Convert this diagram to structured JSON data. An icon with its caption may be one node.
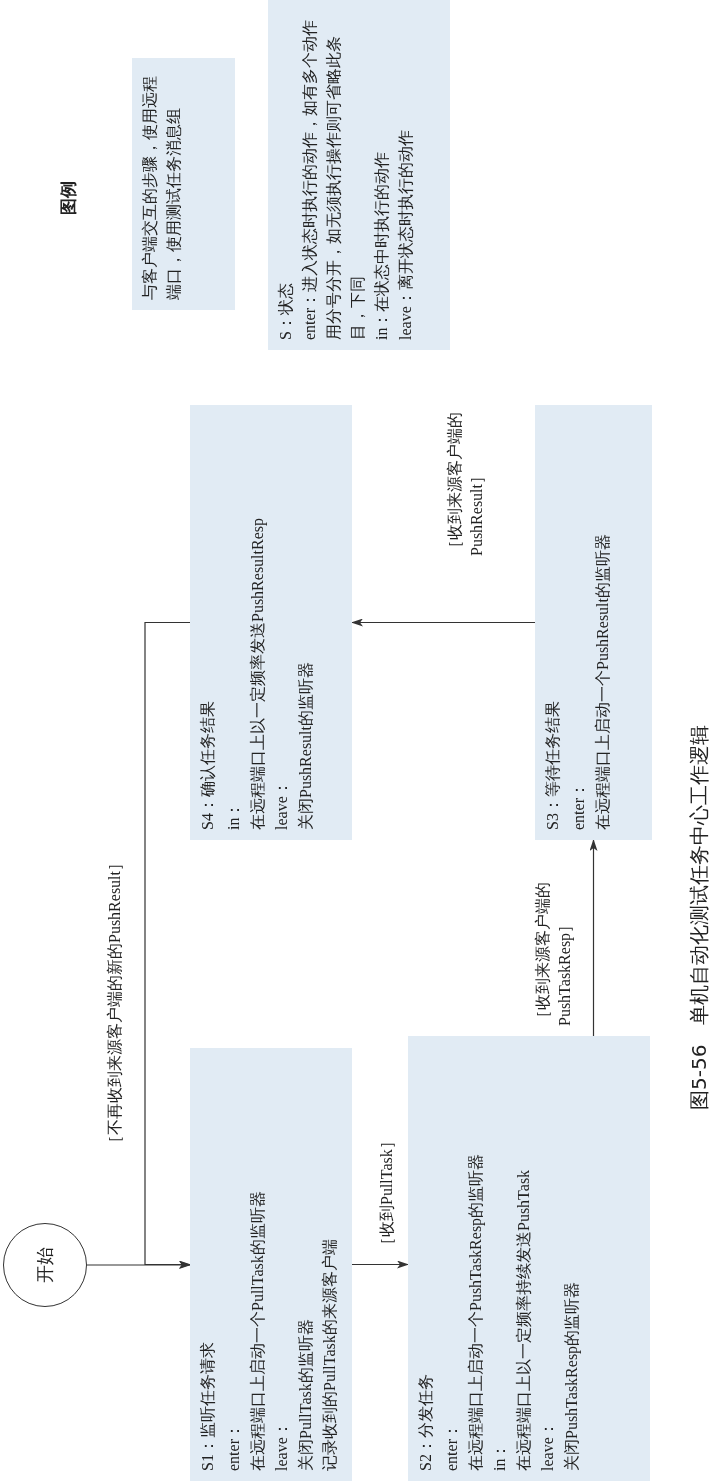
{
  "diagram": {
    "caption": "图5-56　单机自动化测试任务中心工作逻辑",
    "nodes": [
      {
        "text": [
          "开始"
        ]
      },
      {
        "text": [
          "S1：监听任务请求",
          "enter：",
          "在远程端口上启动一个PullTask的监听器",
          "leave：",
          "关闭PullTask的监听器",
          "记录收到的PullTask的来源客户端"
        ]
      },
      {
        "text": [
          "S2：分发任务",
          "enter：",
          "在远程端口上启动一个PushTaskResp的监听器",
          "in：",
          "在远程端口上以一定频率持续发送PushTask",
          "leave：",
          "关闭PushTaskResp的监听器"
        ]
      },
      {
        "text": [
          "S3：等待任务结果",
          "enter：",
          "在远程端口上启动一个PushResult的监听器"
        ]
      },
      {
        "text": [
          "S4：确认任务结果",
          "in：",
          "在远程端口上以一定频率发送PushResultResp",
          "leave：",
          "关闭PushResult的监听器"
        ]
      },
      {
        "text": [
          "与客户端交互的步骤，使用远程端口，使用测试任务消息组"
        ]
      },
      {
        "text": [
          "S：状态",
          "enter：进入状态时执行的动作，如有多个动作用分号分开，如无须执行操作则可省略此条目，下同",
          "in：在状态中时执行的动作",
          "leave：离开状态时执行的动作"
        ]
      }
    ],
    "edges": [
      {
        "from": 0,
        "to": 1,
        "arrow": "to"
      },
      {
        "from": 4,
        "to": 1,
        "arrow": "to",
        "label": "［不再收到来源客户端的新的PushResult］"
      },
      {
        "from": 1,
        "to": 2,
        "arrow": "to",
        "label": "［收到PullTask］"
      },
      {
        "from": 2,
        "to": 3,
        "arrow": "to",
        "label": "［收到来源客户端的 PushTaskResp］"
      },
      {
        "from": 3,
        "to": 4,
        "arrow": "to",
        "label": "［收到来源客户端的 PushResult］"
      }
    ],
    "labels": [
      "图例"
    ]
  }
}
